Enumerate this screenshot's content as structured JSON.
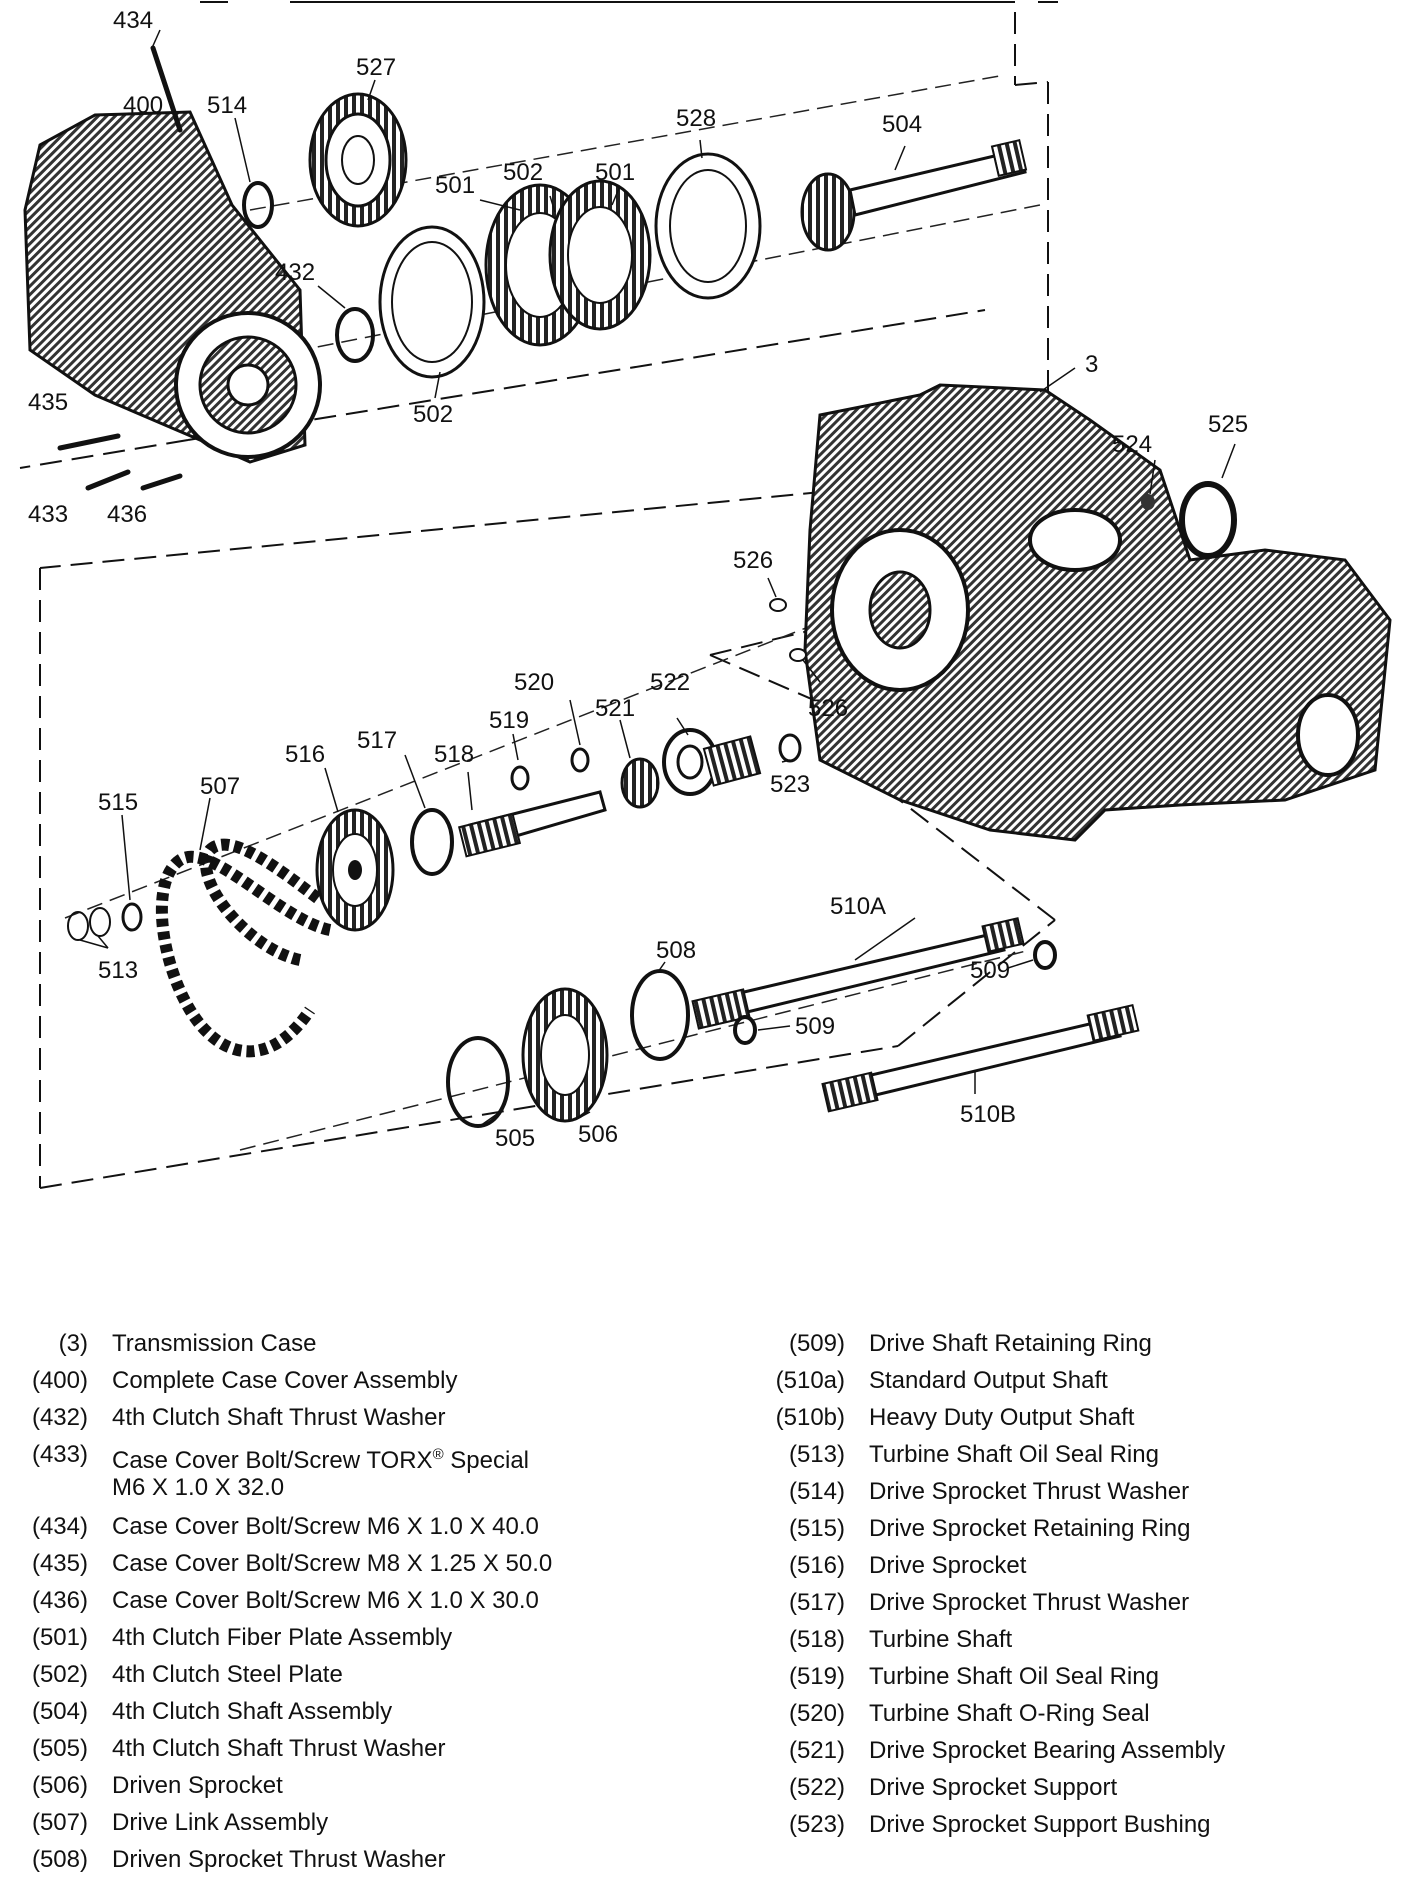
{
  "diagram": {
    "callouts": {
      "c434": "434",
      "c400": "400",
      "c514": "514",
      "c527": "527",
      "c528": "528",
      "c504": "504",
      "c501a": "501",
      "c502a": "502",
      "c501b": "501",
      "c432": "432",
      "c502b": "502",
      "c435": "435",
      "c433": "433",
      "c436": "436",
      "c3": "3",
      "c524": "524",
      "c525": "525",
      "c526a": "526",
      "c526b": "526",
      "c520": "520",
      "c522": "522",
      "c519": "519",
      "c521": "521",
      "c517": "517",
      "c516": "516",
      "c518": "518",
      "c523": "523",
      "c507": "507",
      "c515": "515",
      "c513": "513",
      "c510A": "510A",
      "c508": "508",
      "c509a": "509",
      "c509b": "509",
      "c505": "505",
      "c506": "506",
      "c510B": "510B"
    }
  },
  "legend": {
    "left": [
      {
        "num": "(3)",
        "desc": "Transmission Case"
      },
      {
        "num": "(400)",
        "desc": "Complete Case Cover Assembly"
      },
      {
        "num": "(432)",
        "desc": "4th Clutch Shaft Thrust Washer"
      },
      {
        "num": "(433)",
        "desc": "Case Cover Bolt/Screw TORX",
        "sup": "®",
        "desc_b": " Special",
        "desc2": "M6 X 1.0 X 32.0"
      },
      {
        "num": "(434)",
        "desc": "Case Cover Bolt/Screw M6 X 1.0 X 40.0"
      },
      {
        "num": "(435)",
        "desc": "Case Cover Bolt/Screw M8 X 1.25 X 50.0"
      },
      {
        "num": "(436)",
        "desc": "Case Cover Bolt/Screw M6 X 1.0 X 30.0"
      },
      {
        "num": "(501)",
        "desc": "4th Clutch Fiber Plate Assembly"
      },
      {
        "num": "(502)",
        "desc": "4th Clutch Steel Plate"
      },
      {
        "num": "(504)",
        "desc": "4th Clutch Shaft Assembly"
      },
      {
        "num": "(505)",
        "desc": "4th Clutch Shaft Thrust Washer"
      },
      {
        "num": "(506)",
        "desc": "Driven Sprocket"
      },
      {
        "num": "(507)",
        "desc": "Drive Link Assembly"
      },
      {
        "num": "(508)",
        "desc": "Driven Sprocket Thrust Washer"
      }
    ],
    "right": [
      {
        "num": "(509)",
        "desc": "Drive Shaft Retaining Ring"
      },
      {
        "num": "(510a)",
        "desc": "Standard Output Shaft"
      },
      {
        "num": "(510b)",
        "desc": "Heavy Duty Output Shaft"
      },
      {
        "num": "(513)",
        "desc": "Turbine Shaft Oil Seal Ring"
      },
      {
        "num": "(514)",
        "desc": "Drive Sprocket Thrust Washer"
      },
      {
        "num": "(515)",
        "desc": "Drive Sprocket Retaining Ring"
      },
      {
        "num": "(516)",
        "desc": "Drive Sprocket"
      },
      {
        "num": "(517)",
        "desc": "Drive Sprocket Thrust Washer"
      },
      {
        "num": "(518)",
        "desc": "Turbine Shaft"
      },
      {
        "num": "(519)",
        "desc": "Turbine Shaft Oil Seal Ring"
      },
      {
        "num": "(520)",
        "desc": "Turbine Shaft O-Ring Seal"
      },
      {
        "num": "(521)",
        "desc": "Drive Sprocket Bearing Assembly"
      },
      {
        "num": "(522)",
        "desc": "Drive Sprocket Support"
      },
      {
        "num": "(523)",
        "desc": "Drive Sprocket Support Bushing"
      }
    ]
  }
}
